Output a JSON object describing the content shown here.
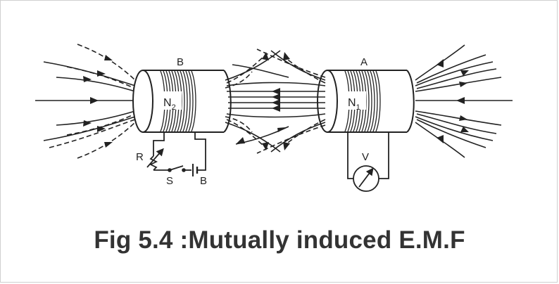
{
  "figure": {
    "caption": "Fig 5.4 :Mutually induced E.M.F",
    "coil_b": {
      "label": "B",
      "turns_main": "N",
      "turns_sub": "2"
    },
    "coil_a": {
      "label": "A",
      "turns_main": "N",
      "turns_sub": "1"
    },
    "circuit": {
      "resistor": "R",
      "switch": "S",
      "battery": "B"
    },
    "meter": {
      "voltmeter": "V"
    }
  },
  "colors": {
    "ink": "#222222",
    "caption": "#333333",
    "background": "#ffffff"
  }
}
